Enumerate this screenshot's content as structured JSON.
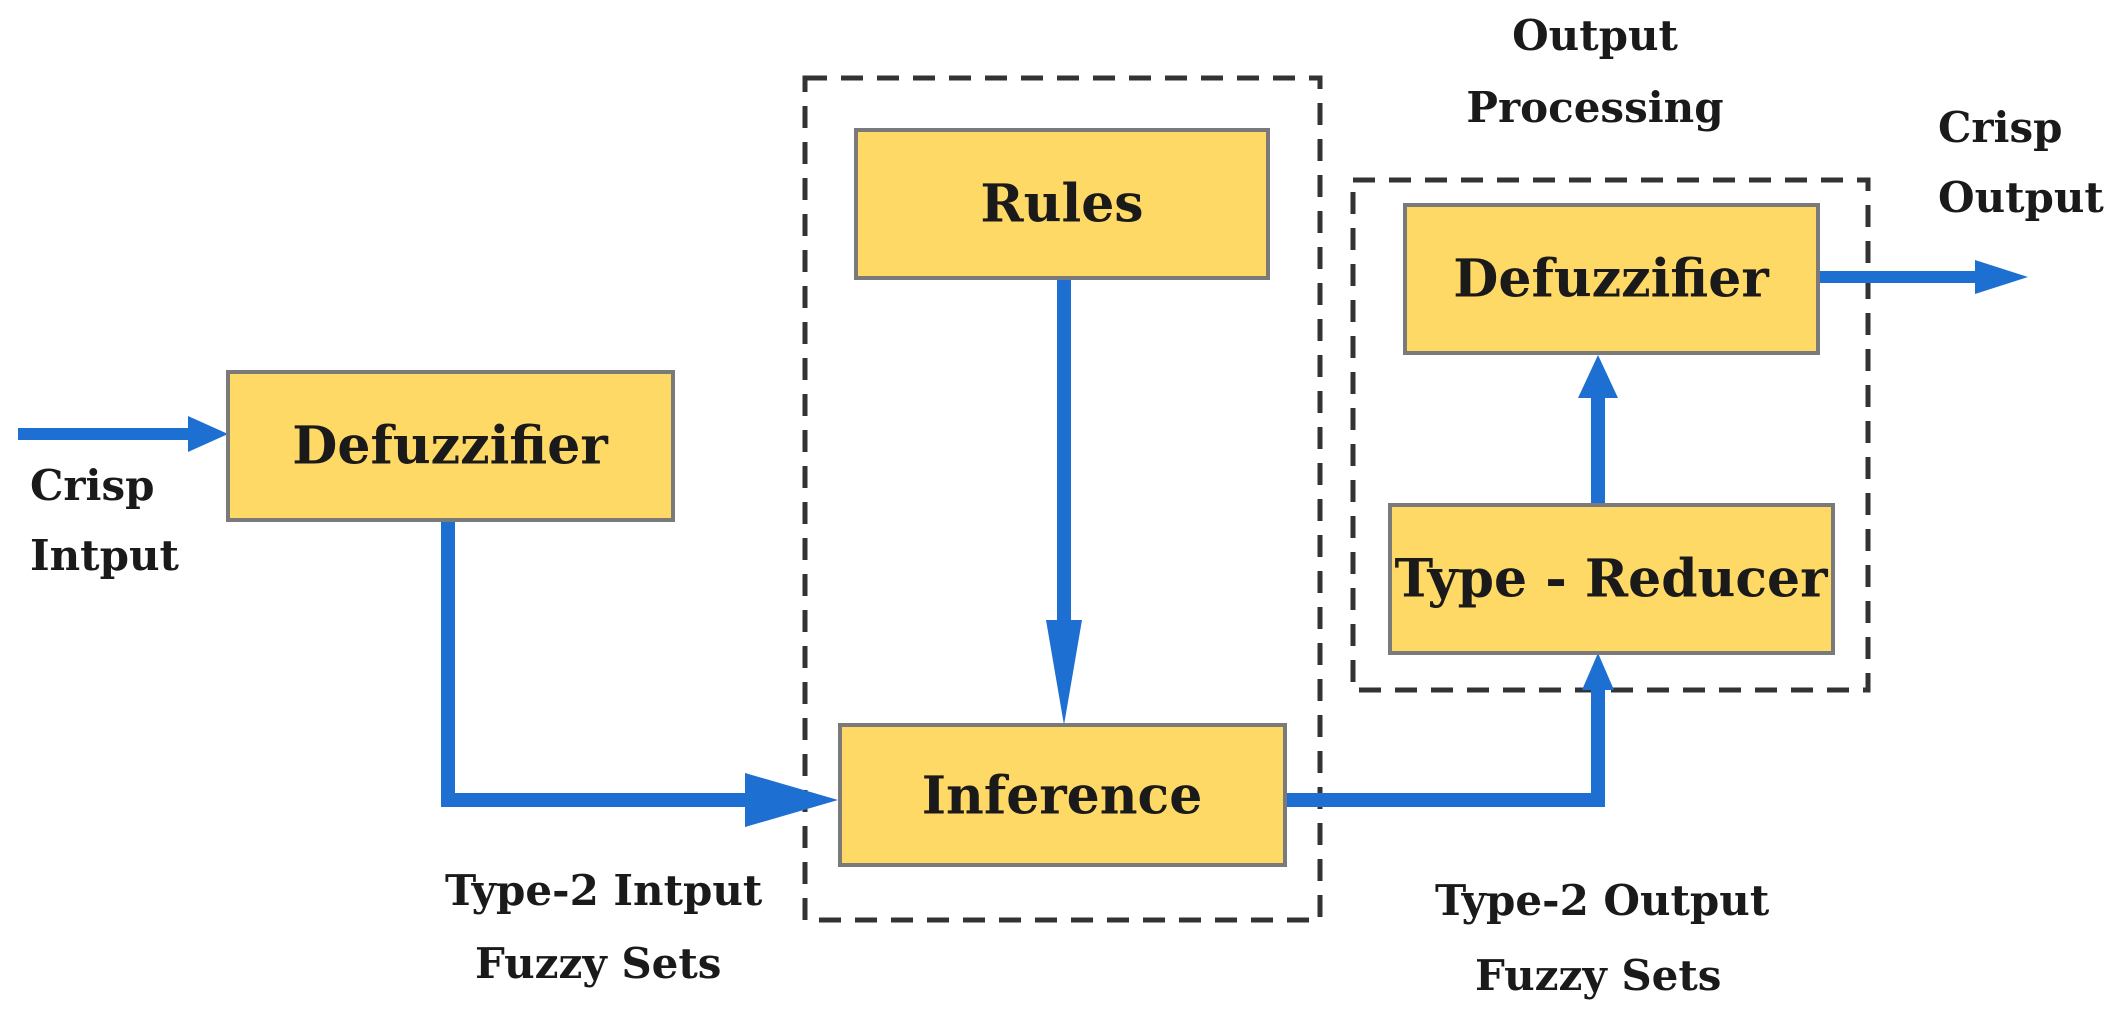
{
  "boxes": {
    "input_defuzzifier": "Defuzzifier",
    "rules": "Rules",
    "inference": "Inference",
    "output_defuzzifier": "Defuzzifier",
    "type_reducer": "Type - Reducer"
  },
  "labels": {
    "crisp_input_line1": "Crisp",
    "crisp_input_line2": "Intput",
    "type2_input_line1": "Type-2 Intput",
    "type2_input_line2": "Fuzzy Sets",
    "type2_output_line1": "Type-2 Output",
    "type2_output_line2": "Fuzzy Sets",
    "output_processing_line1": "Output",
    "output_processing_line2": "Processing",
    "crisp_output_line1": "Crisp",
    "crisp_output_line2": "Output"
  },
  "colors": {
    "box_fill": "#ffd966",
    "arrow": "#1d6fd1",
    "dashed_border": "#333333"
  }
}
